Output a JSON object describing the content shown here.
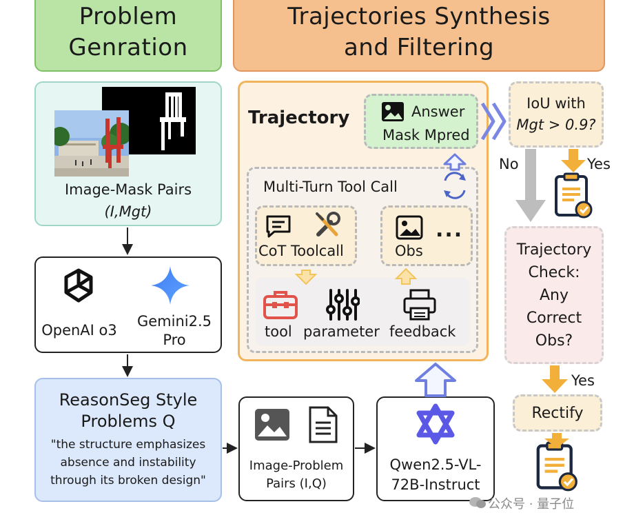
{
  "headers": {
    "problem_generation": "Problem Genration",
    "synthesis": "Trajectories Synthesis and Filtering"
  },
  "image_mask": {
    "label": "Image-Mask Pairs",
    "formula": "(I,Mgt)"
  },
  "models": {
    "openai": "OpenAI o3",
    "gemini": "Gemini2.5 Pro"
  },
  "reasonseg": {
    "title": "ReasonSeg Style",
    "subtitle": "Problems Q",
    "example": "\"the structure emphasizes absence and instability through its broken design\""
  },
  "image_problem": {
    "label": "Image-Problem Pairs (I,Q)"
  },
  "qwen": {
    "label": "Qwen2.5-VL-72B-Instruct"
  },
  "trajectory": {
    "title": "Trajectory",
    "answer_line1": "Answer",
    "answer_line2": "Mask Mpred",
    "multi_turn": "Multi-Turn Tool Call",
    "cot_toolcall": "CoT Toolcall",
    "obs": "Obs",
    "ellipsis": "...",
    "tool": "tool",
    "parameter": "parameter",
    "feedback": "feedback"
  },
  "filter": {
    "iou_line1": "IoU with",
    "iou_line2": "Mgt > 0.9?",
    "no": "No",
    "yes1": "Yes",
    "check": "Trajectory Check: Any Correct Obs?",
    "yes2": "Yes",
    "rectify": "Rectify"
  },
  "watermark": "公众号 · 量子位",
  "colors": {
    "green_header": "#b9e4a6",
    "orange_header": "#f6c08e",
    "teal_box": "#e6f7f3",
    "blue_box": "#dce8fb",
    "orange_panel": "#fdf2e2",
    "cream_box": "#fbefd7",
    "pink_box": "#fbeaea",
    "arrow_orange": "#f2b03a",
    "arrow_blue": "#6f7fe0"
  }
}
